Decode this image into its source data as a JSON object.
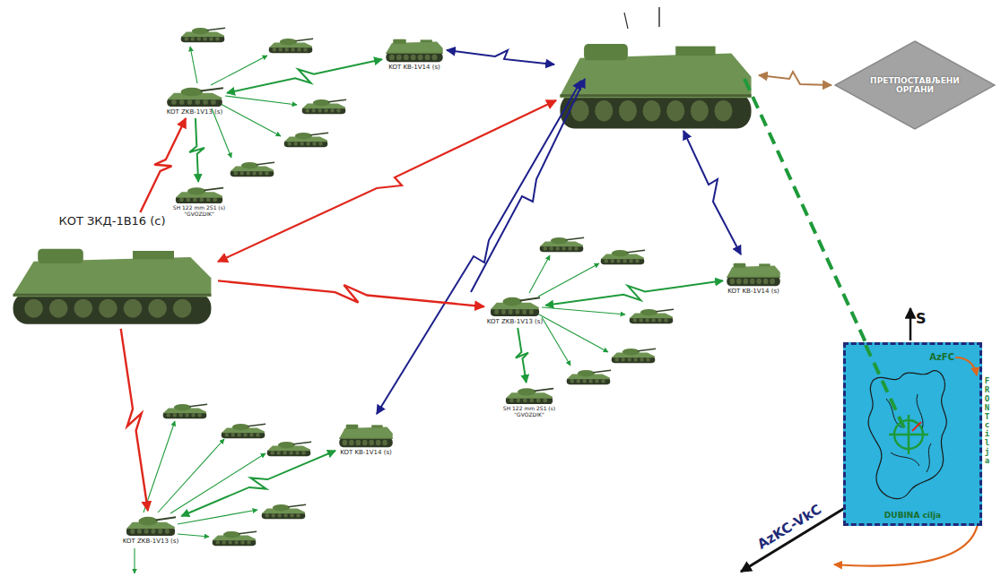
{
  "diagram": {
    "nodes": [
      {
        "text": [
          "КОТ ЗКД-1В16 (с)"
        ]
      },
      {
        "text": [
          "KOT ZKB-1V13 (s)"
        ]
      },
      {
        "text": [
          "SH 122 mm 2S1 (s) \"GVOZDIK\""
        ]
      },
      {
        "text": [
          "KOT KB-1V14 (s)"
        ]
      },
      {
        "text": [
          "ПРЕТПОСТАВЉЕНИ ОРГАНИ"
        ]
      },
      {
        "text": [
          "KOT ZKB-1V13 (s)"
        ]
      },
      {
        "text": [
          "SH 122 mm 2S1 (s) \"GVOZDIK\""
        ]
      },
      {
        "text": [
          "KOT KB-1V14 (s)"
        ]
      },
      {
        "text": [
          "KOT ZKB-1V13 (s)"
        ]
      },
      {
        "text": [
          "KOT KB-1V14 (s)"
        ]
      },
      {
        "text": [
          "AzFC",
          "FRONT cilja",
          "DUBINA cilja"
        ]
      }
    ],
    "edges": [
      {
        "from": 0,
        "to": 1,
        "arrow": "to"
      },
      {
        "from": 0,
        "to": 5,
        "arrow": "to"
      },
      {
        "from": 0,
        "to": 8,
        "arrow": "to"
      },
      {
        "from": 1,
        "to": 2,
        "arrow": "to"
      },
      {
        "from": 1,
        "to": 3,
        "arrow": "both"
      },
      {
        "from": 5,
        "to": 6,
        "arrow": "to"
      },
      {
        "from": 5,
        "to": 7,
        "arrow": "both"
      },
      {
        "from": 8,
        "to": 9,
        "arrow": "both"
      }
    ],
    "labels": [
      "S",
      "AzKC-VkC"
    ]
  }
}
